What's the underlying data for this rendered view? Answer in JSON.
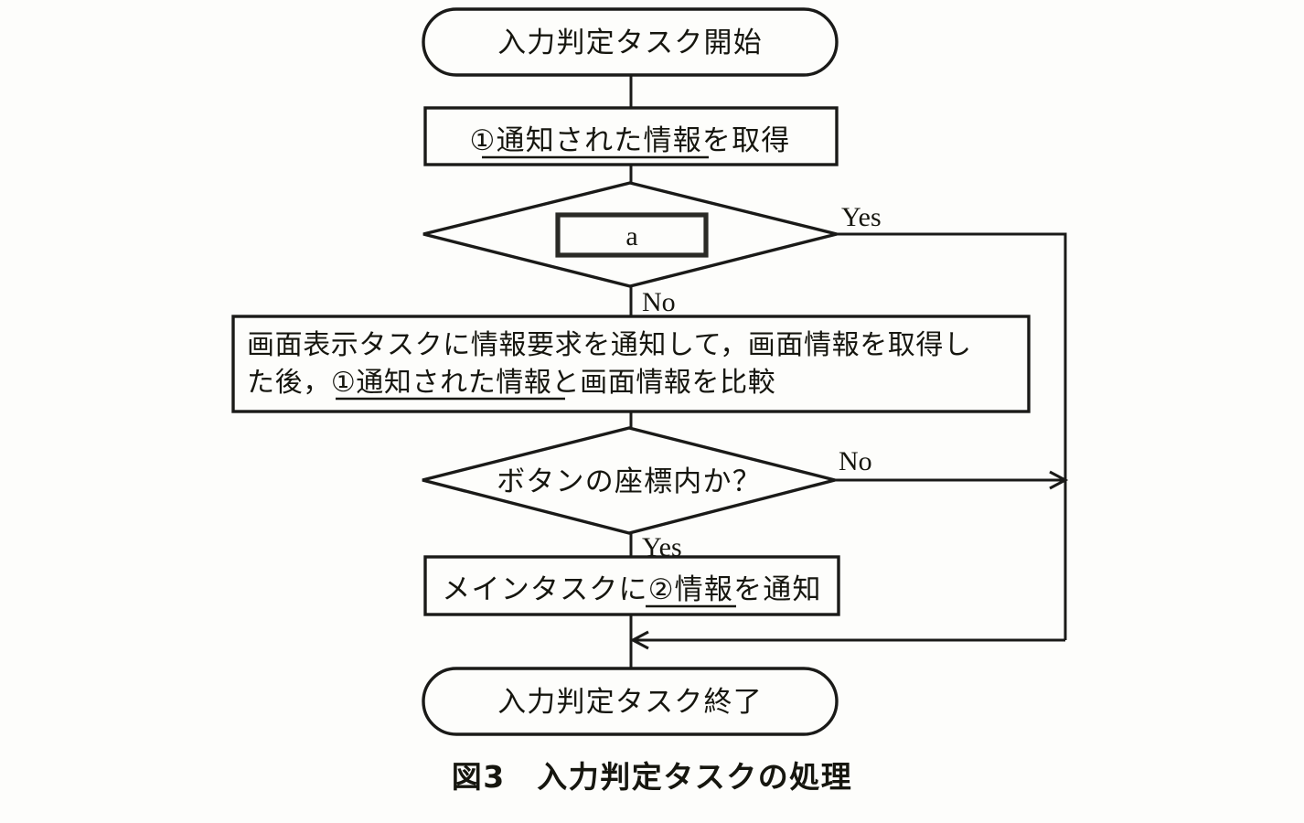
{
  "figure": {
    "caption_number": "図3",
    "caption_title": "入力判定タスクの処理",
    "caption_full": "図3　入力判定タスクの処理"
  },
  "nodes": {
    "start": {
      "id": "start-terminal",
      "type": "terminator",
      "label": "入力判定タスク開始"
    },
    "process1": {
      "id": "process-acquire",
      "type": "process",
      "label": "①通知された情報を取得",
      "underlined_part": "①通知された情報",
      "plain_part": "を取得"
    },
    "decision1": {
      "id": "decision-a",
      "type": "decision",
      "label": "a",
      "note": "answer-blank",
      "yes_label": "Yes",
      "no_label": "No"
    },
    "process2": {
      "id": "process-compare",
      "type": "process",
      "line1": "画面表示タスクに情報要求を通知して，画面情報を取得し",
      "line2_plain_pre": "た後，",
      "line2_underlined": "①通知された情報",
      "line2_plain_post": "と画面情報を比較",
      "label": "画面表示タスクに情報要求を通知して，画面情報を取得した後，①通知された情報と画面情報を比較"
    },
    "decision2": {
      "id": "decision-button-coords",
      "type": "decision",
      "label": "ボタンの座標内か？",
      "yes_label": "Yes",
      "no_label": "No"
    },
    "process3": {
      "id": "process-notify-main",
      "type": "process",
      "label": "メインタスクに②情報を通知",
      "plain_pre": "メインタスクに",
      "underlined_part": "②情報",
      "plain_post": "を通知"
    },
    "end": {
      "id": "end-terminal",
      "type": "terminator",
      "label": "入力判定タスク終了"
    }
  },
  "edges": [
    {
      "id": "edge-start-to-p1",
      "from": "start",
      "to": "process1",
      "label": ""
    },
    {
      "id": "edge-p1-to-d1",
      "from": "process1",
      "to": "decision1",
      "label": ""
    },
    {
      "id": "edge-d1-yes",
      "from": "decision1",
      "to": "end",
      "label": "Yes"
    },
    {
      "id": "edge-d1-no",
      "from": "decision1",
      "to": "process2",
      "label": "No"
    },
    {
      "id": "edge-p2-to-d2",
      "from": "process2",
      "to": "decision2",
      "label": ""
    },
    {
      "id": "edge-d2-no",
      "from": "decision2",
      "to": "end",
      "label": "No"
    },
    {
      "id": "edge-d2-yes",
      "from": "decision2",
      "to": "process3",
      "label": "Yes"
    },
    {
      "id": "edge-p3-to-end",
      "from": "process3",
      "to": "end",
      "label": ""
    }
  ],
  "colors": {
    "ink": "#1a1a18",
    "paper": "#fdfdfb",
    "text": "#16160f"
  }
}
